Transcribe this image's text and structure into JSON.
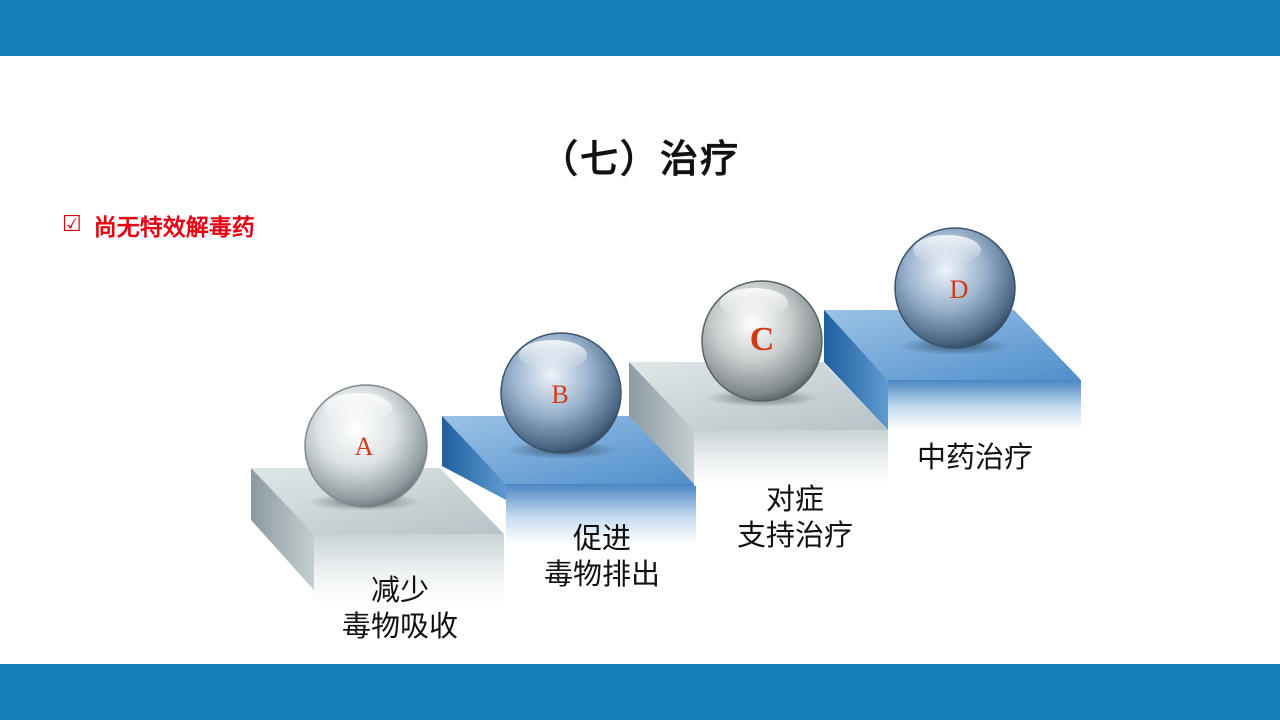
{
  "title": "（七）治疗",
  "note": {
    "icon": "checkbox-checked-icon",
    "text": "尚无特效解毒药",
    "color": "#e60012"
  },
  "steps": [
    {
      "letter": "A",
      "line1": "减少",
      "line2": "毒物吸收",
      "style": "gray"
    },
    {
      "letter": "B",
      "line1": "促进",
      "line2": "毒物排出",
      "style": "blue"
    },
    {
      "letter": "C",
      "line1": "对症",
      "line2": "支持治疗",
      "style": "gray"
    },
    {
      "letter": "D",
      "line1": "中药治疗",
      "line2": "",
      "style": "blue"
    }
  ],
  "colors": {
    "bar": "#1580b8",
    "letter": "#d03a14",
    "step_gray": "#b9c5c9",
    "step_blue": "#4f8fcc"
  }
}
